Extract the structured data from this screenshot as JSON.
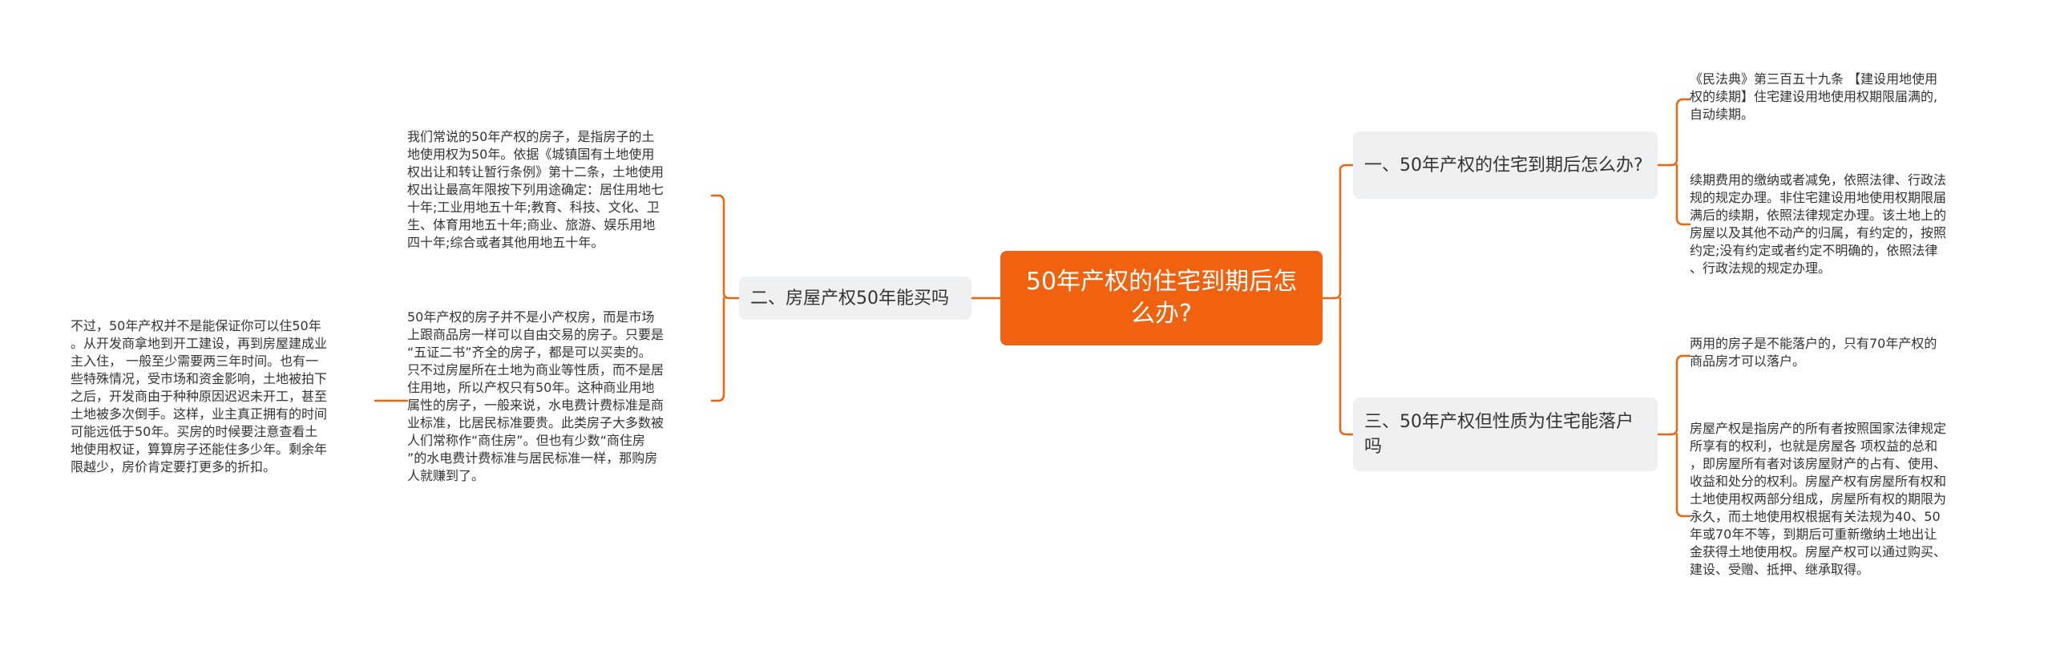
{
  "mindmap": {
    "root": {
      "label": "50年产权的住宅到期后怎么办?"
    },
    "branch_right_1": {
      "label": "一、50年产权的住宅到期后怎么办?"
    },
    "branch_right_3": {
      "label": "三、50年产权但性质为住宅能落户吗"
    },
    "branch_left_2": {
      "label": "二、房屋产权50年能买吗"
    },
    "leaf_right_1a": {
      "text": "《民法典》第三百五十九条 【建设用地使用\n权的续期】住宅建设用地使用权期限届满的,\n自动续期。"
    },
    "leaf_right_1b": {
      "text": "续期费用的缴纳或者减免，依照法律、行政法\n规的规定办理。非住宅建设用地使用权期限届\n满后的续期，依照法律规定办理。该土地上的\n房屋以及其他不动产的归属，有约定的，按照\n约定;没有约定或者约定不明确的，依照法律\n、行政法规的规定办理。"
    },
    "leaf_right_3a": {
      "text": "两用的房子是不能落户的，只有70年产权的\n商品房才可以落户。"
    },
    "leaf_right_3b": {
      "text": "房屋产权是指房产的所有者按照国家法律规定\n所享有的权利，也就是房屋各 项权益的总和\n，即房屋所有者对该房屋财产的占有、使用、\n收益和处分的权利。房屋产权有房屋所有权和\n土地使用权两部分组成，房屋所有权的期限为\n永久，而土地使用权根据有关法规为40、50\n年或70年不等，到期后可重新缴纳土地出让\n金获得土地使用权。房屋产权可以通过购买、\n建设、受赠、抵押、继承取得。"
    },
    "leaf_left_2a": {
      "text": "我们常说的50年产权的房子，是指房子的土\n地使用权为50年。依据《城镇国有土地使用\n权出让和转让暂行条例》第十二条，土地使用\n权出让最高年限按下列用途确定：居住用地七\n十年;工业用地五十年;教育、科技、文化、卫\n生、体育用地五十年;商业、旅游、娱乐用地\n四十年;综合或者其他用地五十年。"
    },
    "leaf_left_2b": {
      "text": "50年产权的房子并不是小产权房，而是市场\n上跟商品房一样可以自由交易的房子。只要是\n“五证二书”齐全的房子，都是可以买卖的。\n只不过房屋所在土地为商业等性质，而不是居\n住用地，所以产权只有50年。这种商业用地\n属性的房子，一般来说，水电费计费标准是商\n业标准，比居民标准要贵。此类房子大多数被\n人们常称作“商住房”。但也有少数“商住房\n”的水电费计费标准与居民标准一样，那购房\n人就赚到了。"
    },
    "leaf_far_left": {
      "text": "不过，50年产权并不是能保证你可以住50年\n。从开发商拿地到开工建设，再到房屋建成业\n主入住， 一般至少需要两三年时间。也有一\n些特殊情况，受市场和资金影响，土地被拍下\n之后，开发商由于种种原因迟迟未开工，甚至\n土地被多次倒手。这样，业主真正拥有的时间\n可能远低于50年。买房的时候要注意查看土\n地使用权证，算算房子还能住多少年。剩余年\n限越少，房价肯定要打更多的折扣。"
    },
    "colors": {
      "root_fill": "#f0620f",
      "branch_fill": "#eef0f2",
      "link": "#f0620f"
    }
  }
}
